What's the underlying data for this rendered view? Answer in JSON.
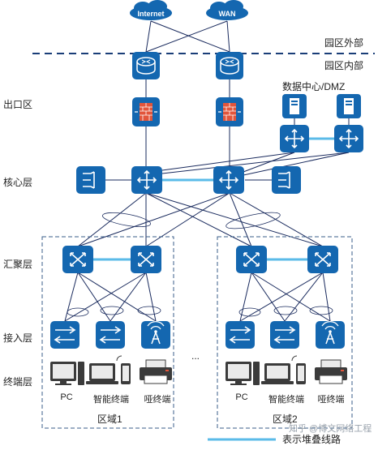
{
  "clouds": {
    "internet": "Internet",
    "wan": "WAN"
  },
  "boundary": {
    "outside": "园区外部",
    "inside": "园区内部"
  },
  "layers": {
    "exit": "出口区",
    "core": "核心层",
    "aggregation": "汇聚层",
    "access": "接入层",
    "terminal": "终端层"
  },
  "datacenter": "数据中心/DMZ",
  "devices": {
    "pc": "PC",
    "smart_terminal": "智能终端",
    "dumb_terminal": "哑终端"
  },
  "areas": {
    "area1": "区域1",
    "area2": "区域2"
  },
  "ellipsis": "...",
  "legend": {
    "stack_line": "表示堆叠线路"
  },
  "watermark": "知乎 @博文网络工程",
  "colors": {
    "device": "#1467b0",
    "line": "#1a2b5e",
    "stack": "#5bbbe8",
    "dash": "#1a3e78"
  }
}
